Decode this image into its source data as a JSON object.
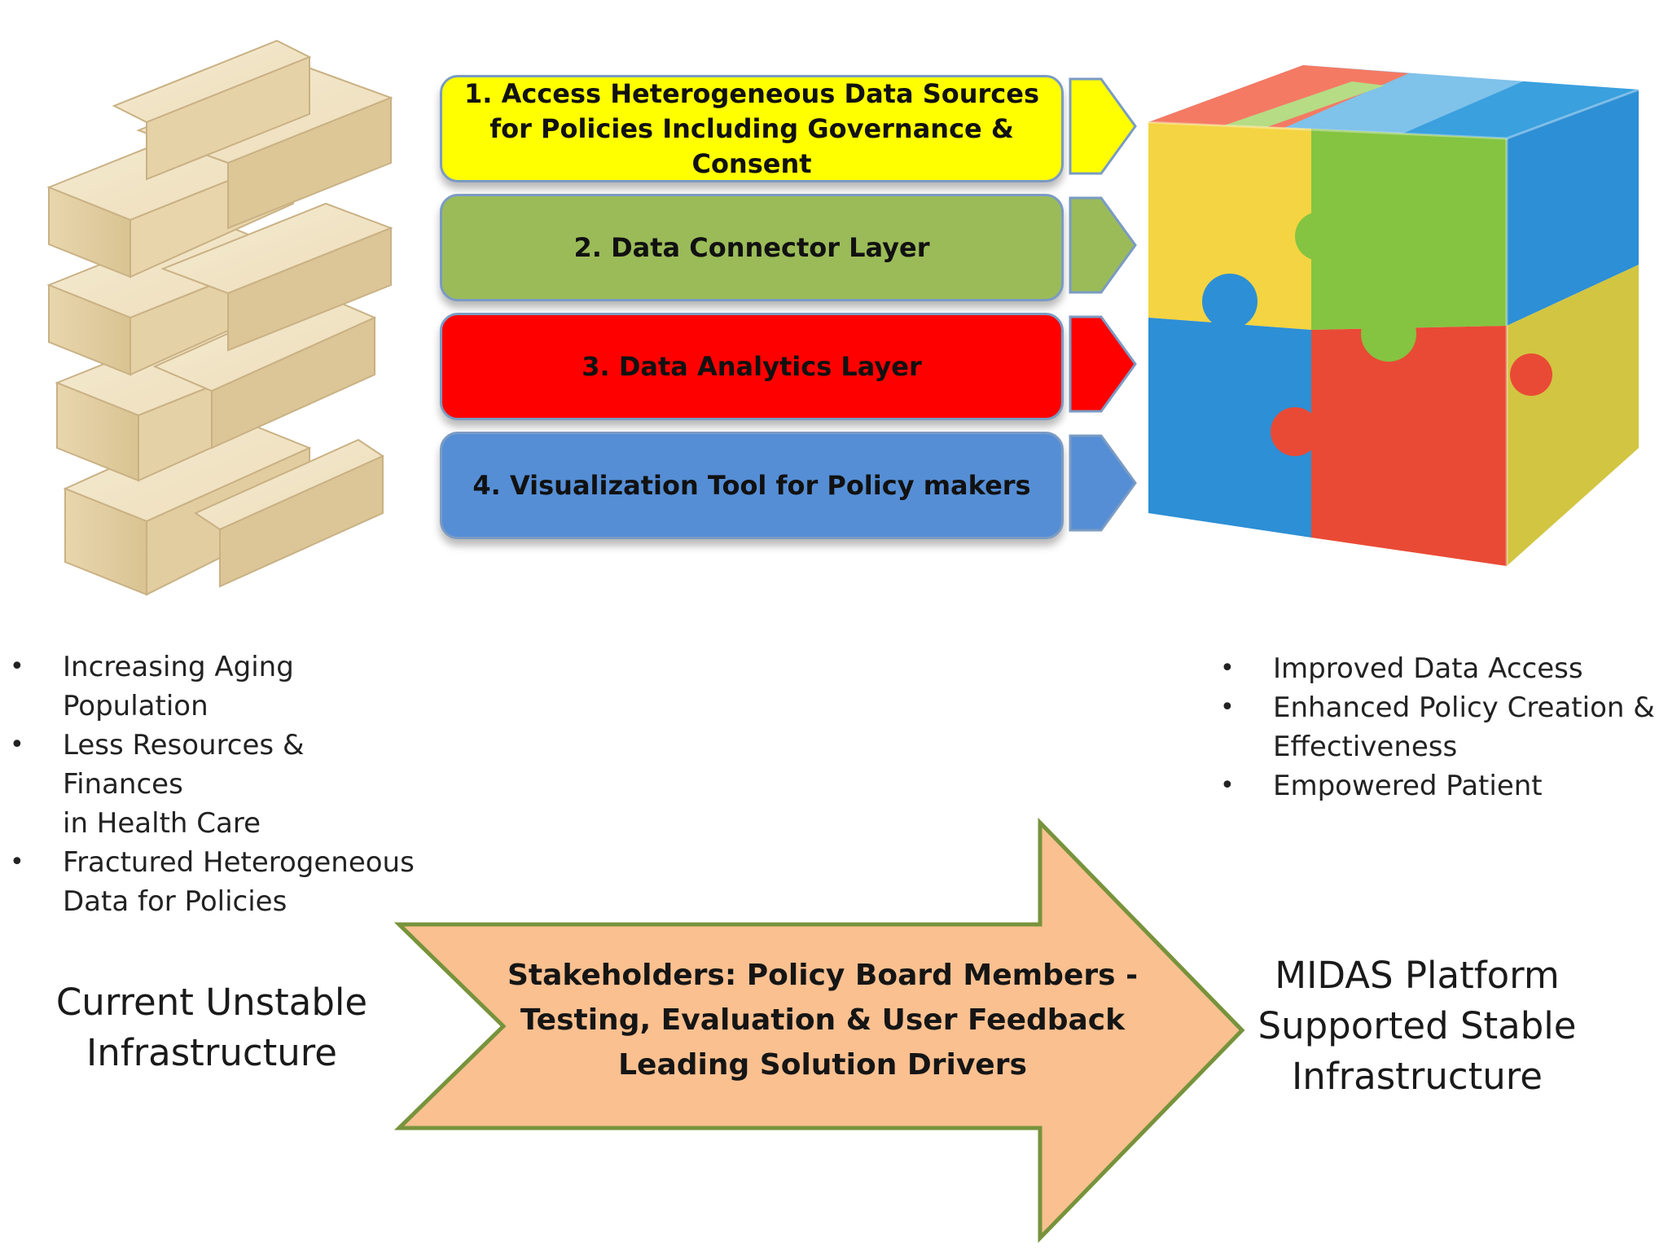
{
  "layers": [
    {
      "label": "1. Access Heterogeneous Data Sources for Policies  Including Governance & Consent",
      "color": "#ffff00"
    },
    {
      "label": "2. Data Connector Layer",
      "color": "#9bbb59"
    },
    {
      "label": "3. Data Analytics Layer",
      "color": "#ff0000"
    },
    {
      "label": "4. Visualization Tool for Policy makers",
      "color": "#558ed5"
    }
  ],
  "left_bullets": [
    {
      "line1": "Increasing Aging",
      "line2": "Population"
    },
    {
      "line1": "Less Resources & Finances",
      "line2": "in Health Care"
    },
    {
      "line1": "Fractured Heterogeneous",
      "line2": "Data for Policies"
    }
  ],
  "right_bullets": [
    {
      "line1": "Improved Data Access",
      "line2": ""
    },
    {
      "line1": "Enhanced Policy Creation &",
      "line2": "Effectiveness"
    },
    {
      "line1": "Empowered Patient",
      "line2": ""
    }
  ],
  "bullet_symbol": "•",
  "left_caption": {
    "line1": "Current Unstable",
    "line2": "Infrastructure"
  },
  "right_caption": {
    "line1": "MIDAS Platform",
    "line2": "Supported Stable",
    "line3": "Infrastructure"
  },
  "center_arrow": {
    "line1": "Stakeholders: Policy Board Members -",
    "line2": "Testing, Evaluation & User Feedback",
    "line3": "Leading Solution Drivers",
    "fill": "#fac090",
    "stroke": "#77933c"
  },
  "puzzle_colors": {
    "yellow": "#f4d442",
    "green": "#84c441",
    "blue": "#2d8fd5",
    "red": "#e94a35",
    "salmon": "#f47a63",
    "sky": "#3aa0de"
  },
  "icons": {
    "left_image": "wooden-block-tower",
    "right_image": "puzzle-cube"
  }
}
